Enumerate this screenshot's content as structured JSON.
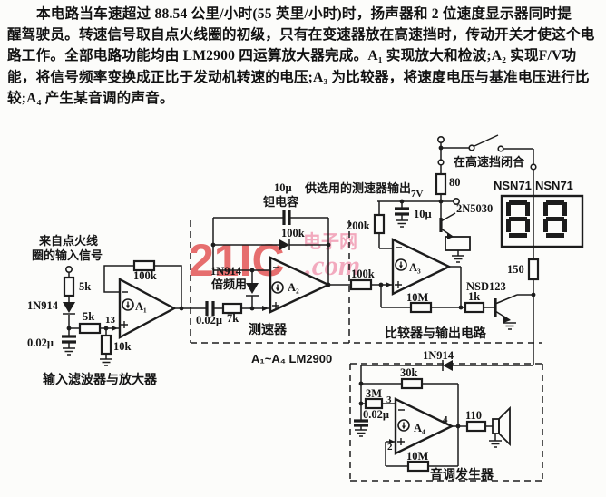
{
  "document": {
    "paragraph_lines": [
      "本电路当车速超过 88.54 公里/小时(55 英里/小时)时，扬声器和 2 位速度显示器同时提",
      "醒驾驶员。转速信号取自点火线圈的初级，只有在变速器放在高速挡时，传动开关才使这个电",
      "路工作。全部电路功能均由 LM2900 四运算放大器完成。A₁ 实现放大和检波;A₂ 实现F/V功",
      "能，将信号频率变换成正比于发动机转速的电压;A₃ 为比较器，将速度电压与基准电压进行比",
      "较;A₄ 产生某音调的声音。"
    ]
  },
  "watermark": {
    "brand": "21IC",
    "suffix": ".com",
    "site": "电子网"
  },
  "circuit": {
    "source_label_line1": "来自点火线",
    "source_label_line2": "圈的输入信号",
    "r_input_5k": "5k",
    "d_input_1n914": "1N914",
    "r_series_5k": "5k",
    "c_input_002": "0.02μ",
    "r_10k": "10k",
    "pin_13": "13",
    "r_a1_fb_100k": "100k",
    "amp_a1": "A₁",
    "section_input_filter": "输入滤波器与放大器",
    "c_coupling_002": "0.02μ",
    "r_7k": "7k",
    "d_doubler_name": "1N914",
    "d_doubler_use": "倍频用",
    "amp_a2": "A₂",
    "c_tantalum_value": "10μ",
    "c_tantalum_type": "钽电容",
    "r_a2_fb_100k": "100k",
    "section_tachometer": "测速器",
    "ic_label": "A₁~A₄  LM2900",
    "r_a3_in_100k": "100k",
    "r_200k": "200k",
    "tach_output_label": "供选用的测速器输出",
    "tach_output_voltage": "7V",
    "c_10u": "10μ",
    "amp_a3": "A₃",
    "r_a3_fb_10m": "10M",
    "r_1k": "1k",
    "q_nsd123": "NSD123",
    "section_comparator": "比较器与输出电路",
    "switch_label": "在高速挡闭合",
    "r_80": "80",
    "q_2n5030": "2N5030",
    "display_left": "NSN71",
    "display_right": "NSN71",
    "r_150": "150",
    "d_bottom_1n914": "1N914",
    "r_30k": "30k",
    "r_3m": "3M",
    "pin_3": "3",
    "c_tone_002": "0.02μ",
    "amp_a4": "A₄",
    "pin_2": "2",
    "pin_4": "4",
    "r_a4_fb_10m": "10M",
    "r_110": "110",
    "section_tone": "音调发生器"
  }
}
